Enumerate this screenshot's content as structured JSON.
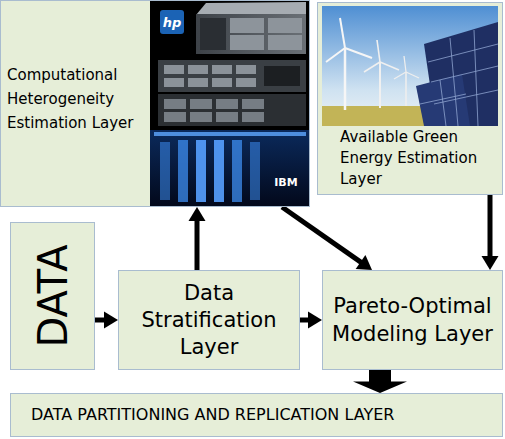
{
  "diagram": {
    "nodes": [
      {
        "text": [
          "Computational Heterogeneity Estimation Layer"
        ]
      },
      {
        "text": [
          "Available Green Energy Estimation Layer"
        ]
      },
      {
        "text": [
          "DATA"
        ]
      },
      {
        "text": [
          "Data Stratification Layer"
        ]
      },
      {
        "text": [
          "Pareto-Optimal Modeling Layer"
        ]
      },
      {
        "text": [
          "DATA PARTITIONING AND REPLICATION LAYER"
        ]
      }
    ],
    "edges": [
      {
        "from": 2,
        "to": 3,
        "arrow": "to"
      },
      {
        "from": 3,
        "to": 0,
        "arrow": "to"
      },
      {
        "from": 0,
        "to": 4,
        "arrow": "to"
      },
      {
        "from": 1,
        "to": 4,
        "arrow": "to"
      },
      {
        "from": 3,
        "to": 4,
        "arrow": "to"
      },
      {
        "from": 4,
        "to": 5,
        "arrow": "to"
      }
    ],
    "labels": [
      "hp",
      "IBM"
    ]
  }
}
